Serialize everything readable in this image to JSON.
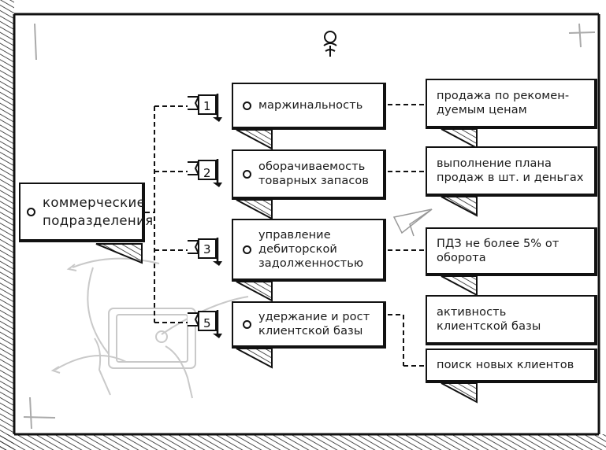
{
  "root": {
    "label": "коммерческие\nподразделения"
  },
  "branches": [
    {
      "number": "1",
      "label": "маржинальность",
      "targets": [
        "продажа по рекомен-\nдуемым ценам"
      ]
    },
    {
      "number": "2",
      "label": "оборачиваемость\nтоварных запасов",
      "targets": [
        "выполнение плана\nпродаж в шт. и деньгах"
      ]
    },
    {
      "number": "3",
      "label": "управление\nдебиторской\nзадолженностью",
      "targets": [
        "ПДЗ не более 5% от оборота"
      ]
    },
    {
      "number": "5",
      "label": "удержание и рост\nклиентской базы",
      "targets": [
        "активность\nклиентской базы",
        "поиск новых клиентов"
      ]
    }
  ],
  "icons": {
    "pin": "pushpin-icon",
    "plane": "paper-plane-icon",
    "tablet": "tablet-sketch-icon"
  },
  "colors": {
    "ink": "#111111",
    "paper": "#ffffff",
    "sketch": "#c9c9c9"
  }
}
